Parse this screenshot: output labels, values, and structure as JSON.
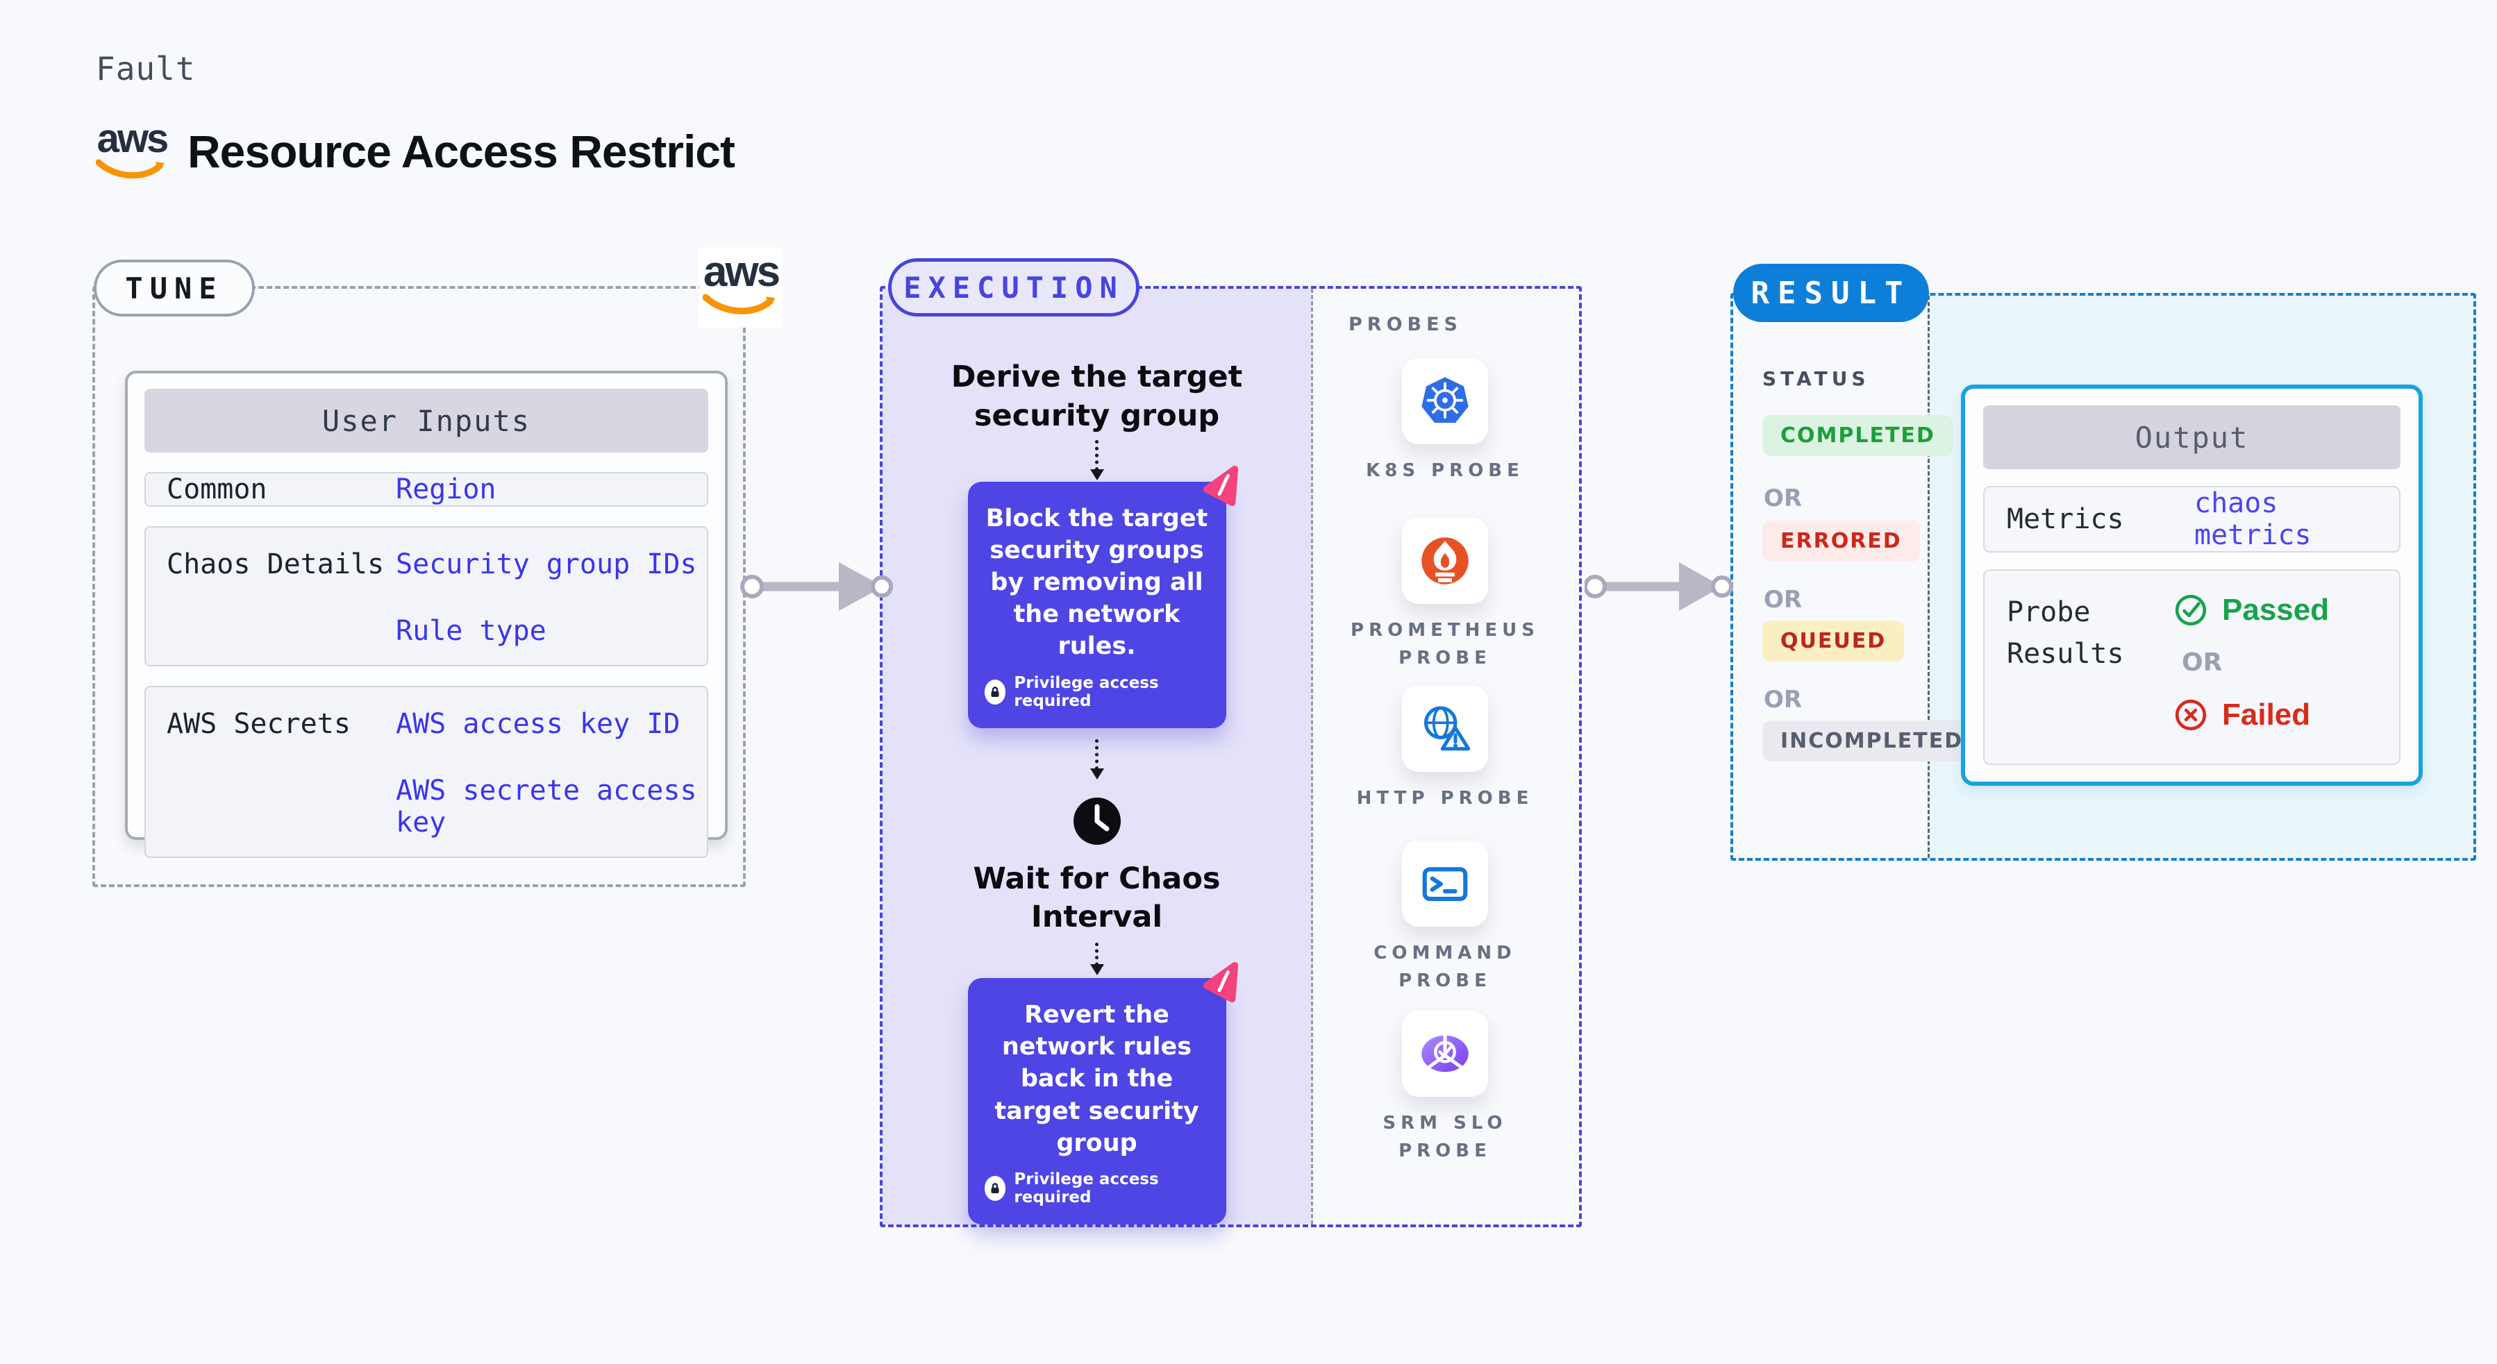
{
  "header": {
    "eyebrow": "Fault",
    "title": "Resource Access Restrict",
    "aws_logo_text": "aws"
  },
  "tune": {
    "badge": "TUNE",
    "user_inputs": {
      "header": "User Inputs",
      "rows": [
        {
          "label": "Common",
          "values": [
            "Region"
          ]
        },
        {
          "label": "Chaos Details",
          "values": [
            "Security group IDs",
            "Rule type"
          ]
        },
        {
          "label": "AWS Secrets",
          "values": [
            "AWS access key ID",
            "AWS secrete access key"
          ]
        }
      ]
    }
  },
  "execution": {
    "badge": "EXECUTION",
    "derive_title": "Derive the target security group",
    "block_step": {
      "text": "Block the target security groups by removing all the network rules.",
      "privilege": "Privilege access required"
    },
    "wait_title": "Wait for Chaos Interval",
    "revert_step": {
      "text": "Revert the network rules back in the target security group",
      "privilege": "Privilege access required"
    }
  },
  "probes": {
    "label": "PROBES",
    "items": [
      {
        "name": "K8S PROBE",
        "icon": "kubernetes-icon"
      },
      {
        "name": "PROMETHEUS PROBE",
        "icon": "prometheus-icon"
      },
      {
        "name": "HTTP PROBE",
        "icon": "http-globe-warning-icon"
      },
      {
        "name": "COMMAND PROBE",
        "icon": "terminal-icon"
      },
      {
        "name": "SRM SLO PROBE",
        "icon": "srm-slo-icon"
      }
    ]
  },
  "result": {
    "badge": "RESULT",
    "status_label": "STATUS",
    "or": "OR",
    "statuses": [
      {
        "label": "COMPLETED",
        "tone": "green"
      },
      {
        "label": "ERRORED",
        "tone": "red"
      },
      {
        "label": "QUEUED",
        "tone": "yellow"
      },
      {
        "label": "INCOMPLETED",
        "tone": "gray"
      }
    ],
    "output": {
      "header": "Output",
      "metrics_label": "Metrics",
      "metrics_value": "chaos metrics",
      "probe_results_label": "Probe Results",
      "passed": "Passed",
      "or": "OR",
      "failed": "Failed"
    }
  },
  "colors": {
    "page_bg": "#f8f9fc",
    "accent_indigo": "#4744df",
    "step_purple": "#4e45e4",
    "lavender_panel": "#e4e2f9",
    "litmus_pink": "#f4427e",
    "aws_orange": "#f79400",
    "aws_navy": "#242f3f",
    "result_blue": "#0d7fd8",
    "result_dash": "#1080d2",
    "output_border": "#17a3e0",
    "cyan_panel": "#e9f6fc",
    "value_blue": "#3a35ec",
    "green": "#1d9e3d",
    "red": "#cd271c",
    "queued_bg": "#faeec3",
    "gray_dash": "#9aa1ac",
    "arrow_gray": "#b7b7c6",
    "kubernetes_blue": "#2e6de5",
    "prometheus_orange": "#e75225",
    "http_blue": "#1477dc",
    "srm_purple": "#7b3df0"
  }
}
